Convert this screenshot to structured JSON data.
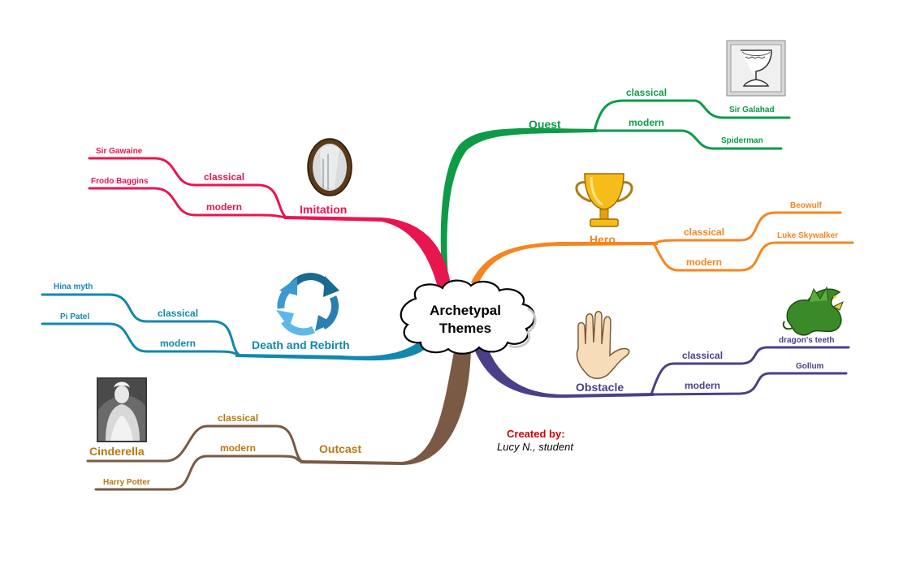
{
  "center": {
    "line1": "Archetypal",
    "line2": "Themes"
  },
  "colors": {
    "quest": "#0d9b48",
    "hero": "#f7851f",
    "obstacle": "#4b3f8a",
    "outcast": "#7a5a45",
    "death": "#1288ab",
    "imitation": "#e8164f",
    "cinderella": "#b87810",
    "credit": "#d40000"
  },
  "branches": {
    "quest": {
      "label": "Quest",
      "classical": "classical",
      "modern": "modern",
      "classical_example": "Sir Galahad",
      "modern_example": "Spiderman",
      "icon": "grail-icon"
    },
    "hero": {
      "label": "Hero",
      "classical": "classical",
      "modern": "modern",
      "classical_example": "Beowulf",
      "modern_example": "Luke Skywalker",
      "icon": "trophy-icon"
    },
    "obstacle": {
      "label": "Obstacle",
      "classical": "classical",
      "modern": "modern",
      "classical_example": "dragon's teeth",
      "modern_example": "Gollum",
      "icon": "hand-icon",
      "icon2": "dragon-icon"
    },
    "outcast": {
      "label": "Outcast",
      "classical": "classical",
      "modern": "modern",
      "classical_example": "Cinderella",
      "modern_example": "Harry Potter",
      "icon": "cinderella-photo-icon"
    },
    "death": {
      "label": "Death and Rebirth",
      "classical": "classical",
      "modern": "modern",
      "classical_example": "Hina myth",
      "modern_example": "Pi Patel",
      "icon": "cycle-arrows-icon"
    },
    "imitation": {
      "label": "Imitation",
      "classical": "classical",
      "modern": "modern",
      "classical_example": "Sir Gawaine",
      "modern_example": "Frodo Baggins",
      "icon": "mirror-icon"
    }
  },
  "credit": {
    "heading": "Created by:",
    "name": "Lucy N., student"
  }
}
